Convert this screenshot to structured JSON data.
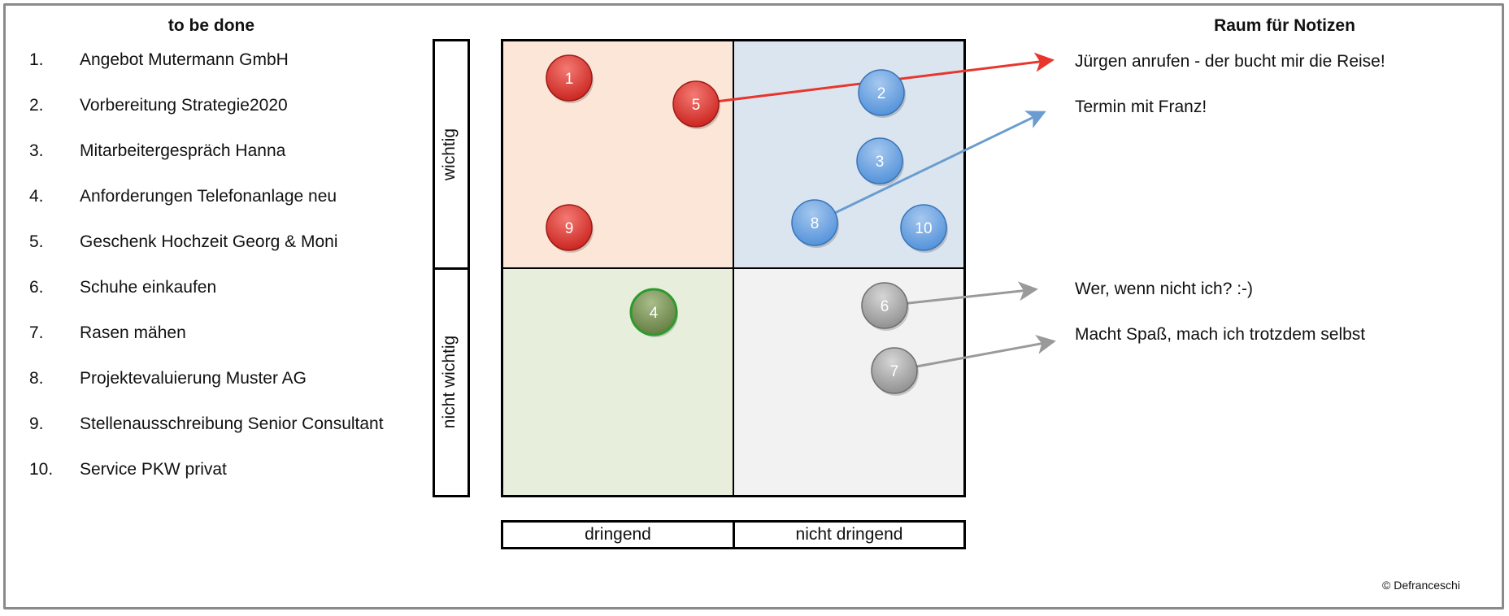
{
  "todo": {
    "heading": "to be done",
    "items": [
      {
        "num": "1.",
        "text": "Angebot Mutermann GmbH"
      },
      {
        "num": "2.",
        "text": "Vorbereitung Strategie2020"
      },
      {
        "num": "3.",
        "text": "Mitarbeitergespräch Hanna"
      },
      {
        "num": "4.",
        "text": "Anforderungen Telefonanlage neu"
      },
      {
        "num": "5.",
        "text": "Geschenk Hochzeit Georg & Moni"
      },
      {
        "num": "6.",
        "text": "Schuhe einkaufen"
      },
      {
        "num": "7.",
        "text": "Rasen mähen"
      },
      {
        "num": "8.",
        "text": "Projektevaluierung Muster AG"
      },
      {
        "num": "9.",
        "text": "Stellenausschreibung Senior Consultant"
      },
      {
        "num": "10.",
        "text": "Service PKW privat"
      }
    ]
  },
  "notes": {
    "heading": "Raum für Notizen",
    "lines": [
      "Jürgen anrufen - der bucht mir die Reise!",
      "Termin mit Franz!",
      "Wer, wenn nicht ich?  :-)",
      "Macht Spaß, mach ich trotzdem selbst"
    ]
  },
  "matrix": {
    "y_labels": {
      "top": "wichtig",
      "bottom": "nicht wichtig"
    },
    "x_labels": {
      "left": "dringend",
      "right": "nicht dringend"
    },
    "quadrant_colors": {
      "urgent_important": "#fbe6d8",
      "important_not_urgent": "#dbe5f0",
      "urgent_not_important": "#e7efdc",
      "not_urgent_not_important": "#f2f2f2"
    },
    "markers": [
      {
        "label": "1",
        "color": "red"
      },
      {
        "label": "2",
        "color": "blue"
      },
      {
        "label": "3",
        "color": "blue"
      },
      {
        "label": "4",
        "color": "green"
      },
      {
        "label": "5",
        "color": "red"
      },
      {
        "label": "6",
        "color": "gray"
      },
      {
        "label": "7",
        "color": "gray"
      },
      {
        "label": "8",
        "color": "blue"
      },
      {
        "label": "9",
        "color": "red"
      },
      {
        "label": "10",
        "color": "blue"
      }
    ],
    "palette": {
      "red": {
        "light": "#f47a73",
        "dark": "#c8201b",
        "stroke": "#9e1a16",
        "arrow": "#e8362c"
      },
      "blue": {
        "light": "#a6c8ee",
        "dark": "#4e8fd9",
        "stroke": "#3a74b8",
        "arrow": "#6a9ccf"
      },
      "green": {
        "light": "#a9bd8a",
        "dark": "#5f7a3c",
        "stroke": "#2e9a2e",
        "arrow": "#5f7a3c"
      },
      "gray": {
        "light": "#d6d6d6",
        "dark": "#8c8c8c",
        "stroke": "#6f6f6f",
        "arrow": "#9a9a9a"
      }
    }
  },
  "credit": "© Defranceschi"
}
